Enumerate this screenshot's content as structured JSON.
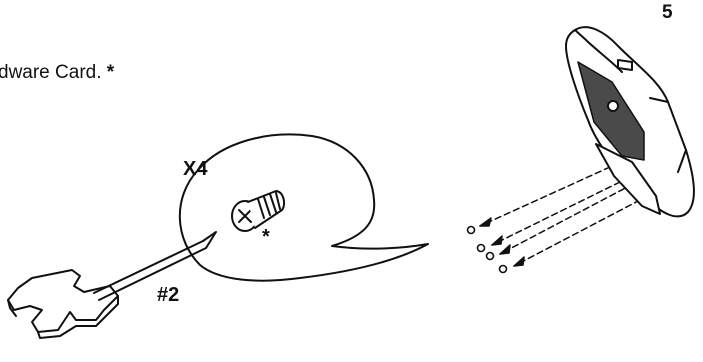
{
  "instruction": {
    "text": "dware Card.",
    "marker": "*"
  },
  "step_number": "5",
  "callout": {
    "quantity": "X4",
    "marker": "*"
  },
  "tool_size": "#2",
  "colors": {
    "line": "#111111",
    "fill": "#ffffff",
    "vent_fill": "#4a4a4a"
  }
}
